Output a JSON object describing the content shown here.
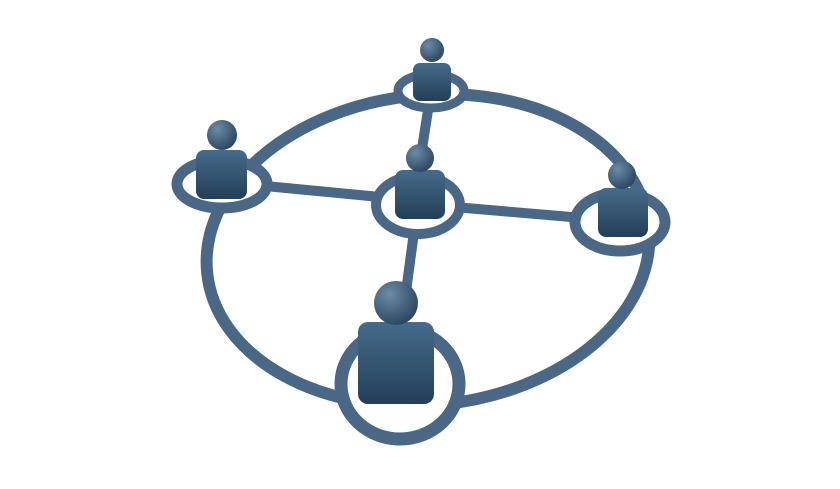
{
  "colors": {
    "background": "#ffffff",
    "network_line": "#4a6785",
    "person_dark": "#2e4f6b",
    "person_light": "#6d8aa6"
  },
  "icon": {
    "name": "people-network-icon",
    "nodes": [
      {
        "id": "top",
        "role": "person"
      },
      {
        "id": "left",
        "role": "person"
      },
      {
        "id": "center",
        "role": "person"
      },
      {
        "id": "right",
        "role": "person"
      },
      {
        "id": "bottom",
        "role": "person"
      }
    ]
  }
}
